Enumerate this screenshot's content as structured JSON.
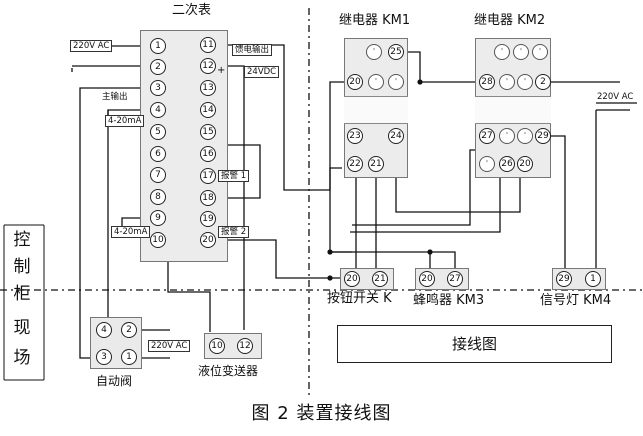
{
  "figure_caption": "图 2   装置接线图",
  "sections": {
    "top_left_col": [
      "控",
      "制",
      "柜"
    ],
    "bottom_left_col": [
      "现",
      "场"
    ]
  },
  "instrument": {
    "title": "二次表",
    "left_terminals": [
      "1",
      "2",
      "3",
      "4",
      "5",
      "6",
      "7",
      "8",
      "9",
      "10"
    ],
    "right_terminals": [
      "11",
      "12",
      "13",
      "14",
      "15",
      "16",
      "17",
      "18",
      "19",
      "20"
    ],
    "labels": {
      "power": "220V AC",
      "main_output": "主输出",
      "current_a": "4-20mA",
      "current_b": "4-20mA",
      "feed_output": "馈电输出",
      "feed_voltage": "24VDC",
      "alarm1": "报警 1",
      "alarm2": "报警 2",
      "plus": "+"
    }
  },
  "relay_km1": {
    "title": "继电器 KM1",
    "top_terminals": [
      "",
      "25"
    ],
    "mid_terminals": [
      "20",
      "",
      ""
    ],
    "bottom_terminals": [
      "23",
      "24",
      "22",
      "21"
    ]
  },
  "relay_km2": {
    "title": "继电器 KM2",
    "top_terminals": [
      "",
      "",
      ""
    ],
    "mid_terminals": [
      "28",
      "",
      "2"
    ],
    "bottom_terminals": [
      "27",
      "",
      "29",
      "",
      "26",
      "20"
    ]
  },
  "right_power": "220V AC",
  "button": {
    "label": "按钮开关 K",
    "terminals": [
      "20",
      "21"
    ]
  },
  "buzzer": {
    "label": "蜂鸣器 KM3",
    "terminals": [
      "20",
      "27"
    ]
  },
  "signal_lamp": {
    "label": "信号灯 KM4",
    "terminals": [
      "29",
      "1"
    ]
  },
  "auto_valve": {
    "label": "自动阀",
    "terminals": [
      "4",
      "2",
      "3",
      "1"
    ],
    "power": "220V AC"
  },
  "level_transmitter": {
    "label": "液位变送器",
    "terminals": [
      "10",
      "12"
    ]
  },
  "wiring_box": {
    "label": "接线图"
  }
}
